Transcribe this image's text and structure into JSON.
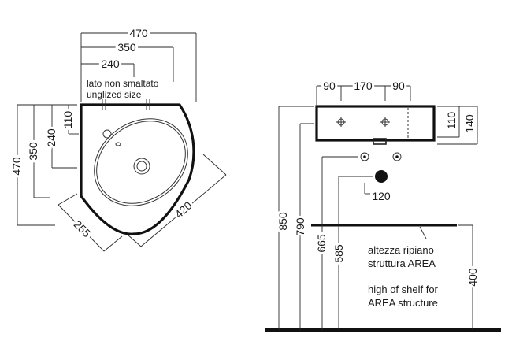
{
  "top_view": {
    "dim_470": "470",
    "dim_350": "350",
    "dim_240": "240",
    "label_it": "lato non smaltato",
    "label_en": "unglized size",
    "dim_left_470": "470",
    "dim_left_350": "350",
    "dim_left_240": "240",
    "dim_left_110": "110",
    "dim_255": "255",
    "dim_420": "420"
  },
  "side_view": {
    "dim_90_left": "90",
    "dim_170": "170",
    "dim_90_right": "90",
    "dim_110": "110",
    "dim_140": "140",
    "dim_120": "120",
    "dim_850": "850",
    "dim_790": "790",
    "dim_665": "665",
    "dim_585": "585",
    "dim_400": "400",
    "note_it_line1": "altezza ripiano",
    "note_it_line2": "struttura AREA",
    "note_en_line1": "high of shelf for",
    "note_en_line2": "AREA structure"
  }
}
